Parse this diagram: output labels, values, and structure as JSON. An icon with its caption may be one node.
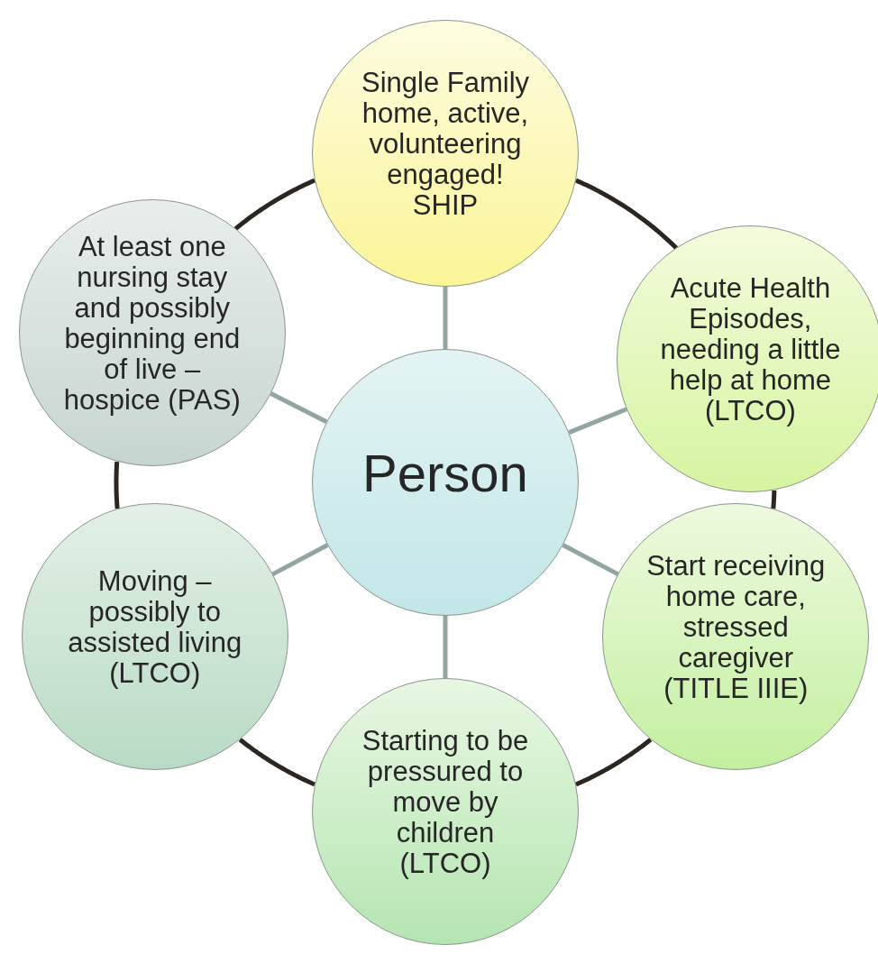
{
  "diagram": {
    "nodes": [
      {
        "text": [
          "Single Family home, active, volunteering engaged! SHIP"
        ]
      },
      {
        "text": [
          "At least one nursing stay and possibly beginning end of live – hospice (PAS)"
        ]
      },
      {
        "text": [
          "Acute Health Episodes, needing a little help at home (LTCO)"
        ]
      },
      {
        "text": [
          "Person"
        ]
      },
      {
        "text": [
          "Moving – possibly to assisted living (LTCO)"
        ]
      },
      {
        "text": [
          "Start receiving home care, stressed caregiver (TITLE IIIE)"
        ]
      },
      {
        "text": [
          "Starting to be pressured to move by children (LTCO)"
        ]
      }
    ],
    "edges": [
      {
        "from": 3,
        "to": 0,
        "arrow": "none"
      },
      {
        "from": 3,
        "to": 2,
        "arrow": "none"
      },
      {
        "from": 3,
        "to": 5,
        "arrow": "none"
      },
      {
        "from": 3,
        "to": 6,
        "arrow": "none"
      },
      {
        "from": 3,
        "to": 4,
        "arrow": "none"
      },
      {
        "from": 3,
        "to": 1,
        "arrow": "none"
      },
      {
        "from": 0,
        "to": 2,
        "arrow": "none",
        "color": "#2b2620"
      },
      {
        "from": 2,
        "to": 5,
        "arrow": "none",
        "color": "#2b2620"
      },
      {
        "from": 5,
        "to": 6,
        "arrow": "none",
        "color": "#2b2620"
      },
      {
        "from": 6,
        "to": 4,
        "arrow": "none",
        "color": "#2b2620"
      },
      {
        "from": 4,
        "to": 1,
        "arrow": "none",
        "color": "#2b2620"
      },
      {
        "from": 1,
        "to": 0,
        "arrow": "none",
        "color": "#2b2620"
      }
    ]
  }
}
